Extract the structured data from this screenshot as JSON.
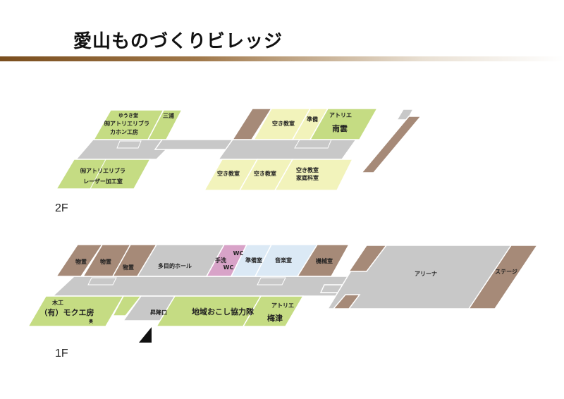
{
  "title": "愛山ものづくりビレッジ",
  "floors": {
    "f2": {
      "label": "2F",
      "logo_text": "ゆうき堂",
      "rooms": {
        "atelier_cajon": [
          "㈲アトリエリブラ",
          "カホン工房"
        ],
        "miura": "三浦",
        "atelier_laser": [
          "㈲アトリエリブラ",
          "レーザー加工室"
        ],
        "vacant_top": "空き教室",
        "prep": "準備",
        "atelier_nagumo": [
          "アトリエ",
          "南雲"
        ],
        "vacant_1": "空き教室",
        "vacant_2": "空き教室",
        "vacant_home": [
          "空き教室",
          "家庭科室"
        ]
      }
    },
    "f1": {
      "label": "1F",
      "rooms": {
        "storage_1": "物置",
        "storage_2": "物置",
        "storage_3": "物置",
        "hall": "多目的ホール",
        "handwash": "手洗",
        "wc_1": "WC",
        "wc_2": "WC",
        "prep_room": "準備室",
        "music_room": "音楽室",
        "machine_room": "機械室",
        "arena": "アリーナ",
        "stage": "ステージ",
        "woodwork": [
          "木工",
          "（有）モクエ房",
          "奥"
        ],
        "entrance": "昇降口",
        "community": "地域おこし協力隊",
        "atelier_umezu": [
          "アトリエ",
          "梅津"
        ]
      }
    }
  }
}
